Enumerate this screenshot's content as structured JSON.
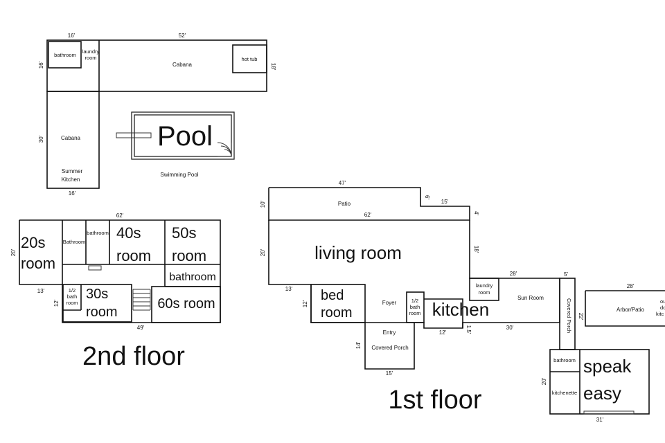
{
  "pool_area": {
    "dims": {
      "d16_top": "16'",
      "d52": "52'",
      "d16_left": "16'",
      "d18_right": "18'",
      "d30_left": "30'",
      "d16_bottom": "16'"
    },
    "rooms": {
      "bathroom": "bathroom",
      "laundry_1": "laundry",
      "laundry_2": "room",
      "cabana_top": "Cabana",
      "hot_tub": "hot tub",
      "cabana_side": "Cabana",
      "summer_kitchen_1": "Summer",
      "summer_kitchen_2": "Kitchen",
      "pool": "Pool",
      "swimming_pool": "Swimming Pool"
    }
  },
  "second_floor": {
    "title": "2nd floor",
    "dims": {
      "d62": "62'",
      "d20": "20'",
      "d13": "13'",
      "d12": "12'",
      "d49": "49'"
    },
    "rooms": {
      "r20s_1": "20s",
      "r20s_2": "room",
      "bathroom_a": "Bathroom",
      "bathroom_b": "bathroom",
      "r40s_1": "40s",
      "r40s_2": "room",
      "r50s_1": "50s",
      "r50s_2": "room",
      "bathroom_big": "bathroom",
      "half_bath_1": "1/2",
      "half_bath_2": "bath",
      "half_bath_3": "room",
      "r30s_1": "30s",
      "r30s_2": "room",
      "r60s": "60s room"
    }
  },
  "first_floor": {
    "title": "1st floor",
    "dims": {
      "d47": "47'",
      "d10": "10'",
      "d6": "6'",
      "d15_top": "15'",
      "d62": "62'",
      "d4": "4'",
      "d20": "20'",
      "d18": "18'",
      "d13": "13'",
      "d12_left": "12'",
      "d28": "28'",
      "d5": "5'",
      "d22": "22'",
      "d12_bottom": "12'",
      "d1_5": "1.5'",
      "d30": "30'",
      "d14": "14'",
      "d15_bottom": "15'",
      "d28_arbor": "28'",
      "d20_speak": "20'",
      "d31": "31'"
    },
    "rooms": {
      "patio": "Patio",
      "living_room": "living room",
      "bed_1": "bed",
      "bed_2": "room",
      "foyer": "Foyer",
      "half_bath_1": "1/2",
      "half_bath_2": "bath",
      "half_bath_3": "room",
      "kitchen": "kitchen",
      "laundry_1": "laundry",
      "laundry_2": "room",
      "sun_room": "Sun Room",
      "covered_porch_side": "Covered Porch",
      "entry": "Entry",
      "covered_porch": "Covered Porch",
      "arbor_patio": "Arbor/Patio",
      "outdoor_1": "ou",
      "outdoor_2": "do",
      "outdoor_3": "kitc",
      "bathroom": "bathroom",
      "kitchenette": "kitchenette",
      "speak_1": "speak",
      "speak_2": "easy"
    }
  }
}
